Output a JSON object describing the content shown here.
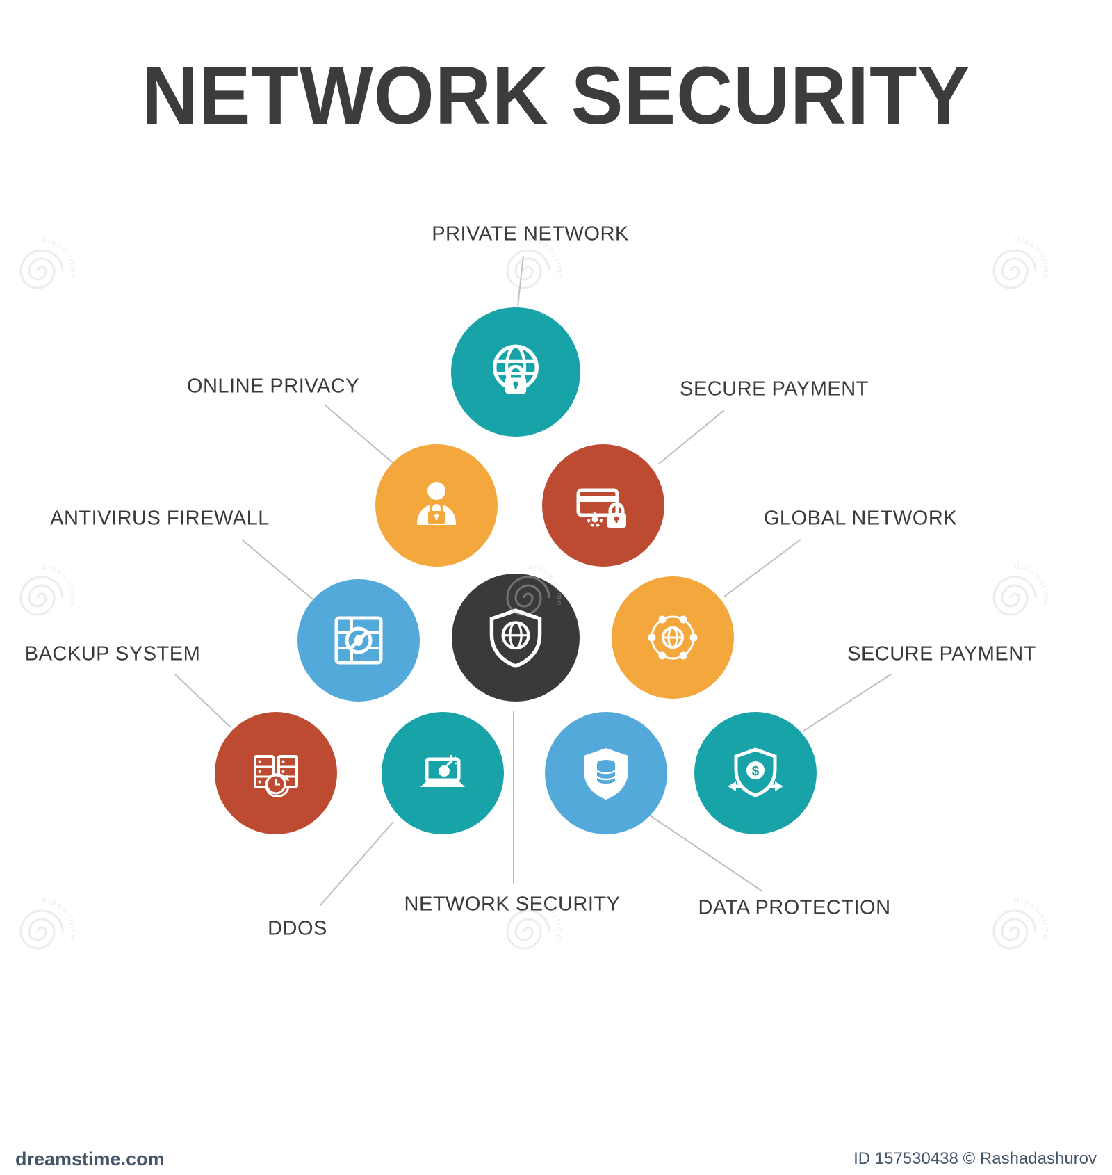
{
  "title": "NETWORK SECURITY",
  "colors": {
    "teal": "#17a3a8",
    "orange": "#f3a73c",
    "red": "#bd4b32",
    "blue": "#54a9db",
    "dark": "#3a3a3c",
    "title_text": "#3c3c3e",
    "label_text": "#3a3a3c",
    "connector_line": "#bcbfc1",
    "watermark": "#cfcfcf",
    "footer_text": "#44556a"
  },
  "nodes": [
    {
      "label": "PRIVATE NETWORK",
      "icon": "globe-lock-icon",
      "color": "teal"
    },
    {
      "label": "ONLINE PRIVACY",
      "icon": "user-lock-icon",
      "color": "orange"
    },
    {
      "label": "SECURE PAYMENT",
      "icon": "card-lock-icon",
      "color": "red"
    },
    {
      "label": "ANTIVIRUS FIREWALL",
      "icon": "firewall-no-virus-icon",
      "color": "blue"
    },
    {
      "label": "NETWORK SECURITY",
      "icon": "shield-globe-icon",
      "color": "dark"
    },
    {
      "label": "GLOBAL NETWORK",
      "icon": "globe-network-icon",
      "color": "orange"
    },
    {
      "label": "BACKUP SYSTEM",
      "icon": "server-restore-icon",
      "color": "red"
    },
    {
      "label": "DDOS",
      "icon": "laptop-bomb-icon",
      "color": "teal"
    },
    {
      "label": "DATA PROTECTION",
      "icon": "shield-database-icon",
      "color": "blue"
    },
    {
      "label": "SECURE PAYMENT",
      "icon": "shield-dollar-icon",
      "color": "teal"
    }
  ],
  "watermark": {
    "word": "dreamstime"
  },
  "footer": {
    "site": "dreamstime.com",
    "credit": "ID 157530438 © Rashadashurov"
  }
}
